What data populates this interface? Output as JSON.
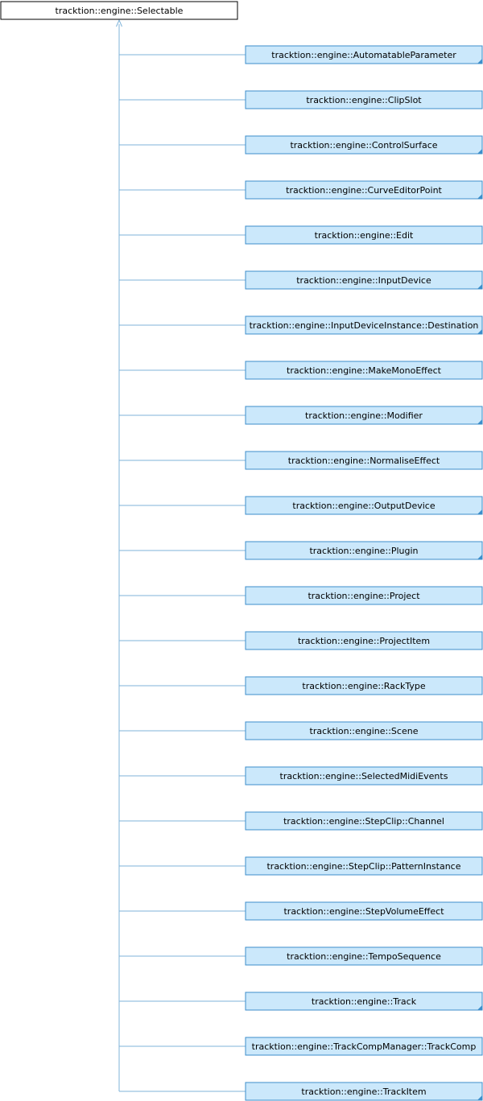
{
  "base_class": {
    "label": "tracktion::engine::Selectable",
    "has_link": false
  },
  "derived_classes": [
    {
      "label": "tracktion::engine::AutomatableParameter",
      "has_more": true
    },
    {
      "label": "tracktion::engine::ClipSlot",
      "has_more": false
    },
    {
      "label": "tracktion::engine::ControlSurface",
      "has_more": true
    },
    {
      "label": "tracktion::engine::CurveEditorPoint",
      "has_more": true
    },
    {
      "label": "tracktion::engine::Edit",
      "has_more": false
    },
    {
      "label": "tracktion::engine::InputDevice",
      "has_more": true
    },
    {
      "label": "tracktion::engine::InputDeviceInstance::Destination",
      "has_more": true
    },
    {
      "label": "tracktion::engine::MakeMonoEffect",
      "has_more": false
    },
    {
      "label": "tracktion::engine::Modifier",
      "has_more": true
    },
    {
      "label": "tracktion::engine::NormaliseEffect",
      "has_more": false
    },
    {
      "label": "tracktion::engine::OutputDevice",
      "has_more": true
    },
    {
      "label": "tracktion::engine::Plugin",
      "has_more": true
    },
    {
      "label": "tracktion::engine::Project",
      "has_more": false
    },
    {
      "label": "tracktion::engine::ProjectItem",
      "has_more": false
    },
    {
      "label": "tracktion::engine::RackType",
      "has_more": false
    },
    {
      "label": "tracktion::engine::Scene",
      "has_more": false
    },
    {
      "label": "tracktion::engine::SelectedMidiEvents",
      "has_more": false
    },
    {
      "label": "tracktion::engine::StepClip::Channel",
      "has_more": false
    },
    {
      "label": "tracktion::engine::StepClip::PatternInstance",
      "has_more": false
    },
    {
      "label": "tracktion::engine::StepVolumeEffect",
      "has_more": false
    },
    {
      "label": "tracktion::engine::TempoSequence",
      "has_more": false
    },
    {
      "label": "tracktion::engine::Track",
      "has_more": true
    },
    {
      "label": "tracktion::engine::TrackCompManager::TrackComp",
      "has_more": false
    },
    {
      "label": "tracktion::engine::TrackItem",
      "has_more": true
    }
  ],
  "colors": {
    "base_fill": "#ffffff",
    "base_stroke": "#000000",
    "node_fill": "#cbe8fb",
    "node_stroke": "#3c8ecb",
    "edge": "#7fb3d9",
    "more_marker": "#3c8ecb"
  }
}
